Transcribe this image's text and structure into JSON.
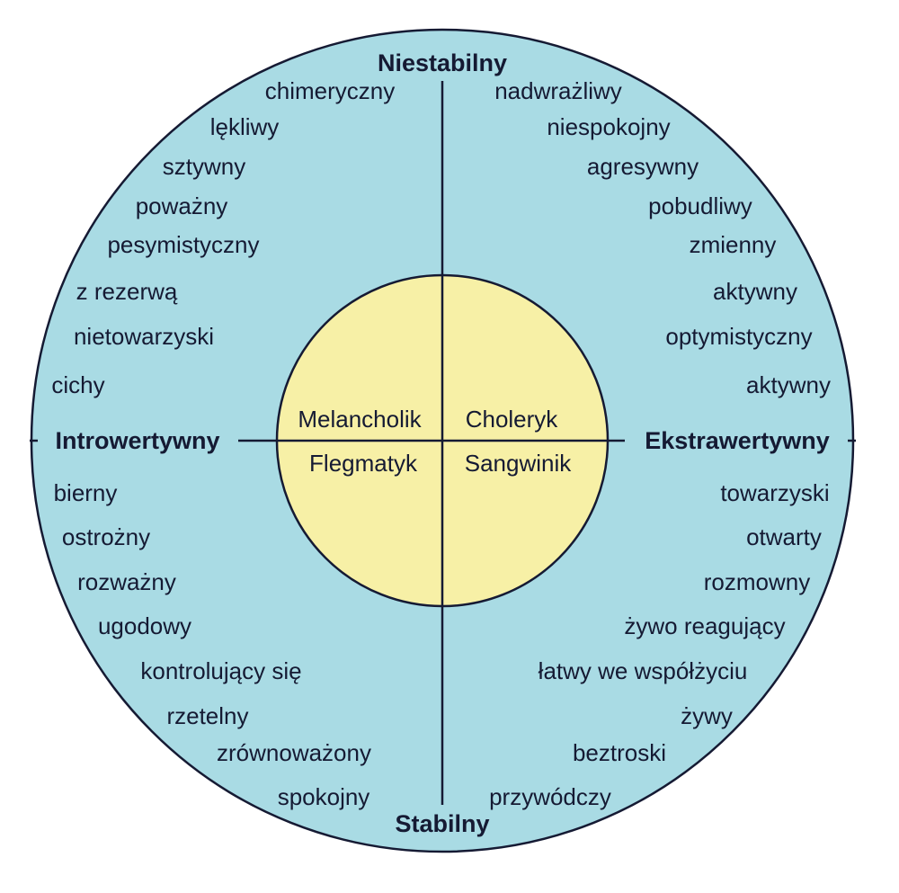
{
  "colors": {
    "outer_fill": "#a9dbe4",
    "inner_fill": "#f7f0a6",
    "stroke": "#151a33",
    "text": "#151a33"
  },
  "axes": {
    "top": "Niestabilny",
    "bottom": "Stabilny",
    "left": "Introwertywny",
    "right": "Ekstrawertywny"
  },
  "temperaments": {
    "top_left": "Melancholik",
    "top_right": "Choleryk",
    "bottom_left": "Flegmatyk",
    "bottom_right": "Sangwinik"
  },
  "traits": {
    "top_left": [
      "chimeryczny",
      "lękliwy",
      "sztywny",
      "poważny",
      "pesymistyczny",
      "z rezerwą",
      "nietowarzyski",
      "cichy"
    ],
    "top_right": [
      "nadwrażliwy",
      "niespokojny",
      "agresywny",
      "pobudliwy",
      "zmienny",
      "aktywny",
      "optymistyczny",
      "aktywny"
    ],
    "bottom_left": [
      "bierny",
      "ostrożny",
      "rozważny",
      "ugodowy",
      "kontrolujący się",
      "rzetelny",
      "zrównoważony",
      "spokojny"
    ],
    "bottom_right": [
      "towarzyski",
      "otwarty",
      "rozmowny",
      "żywo reagujący",
      "łatwy we współżyciu",
      "żywy",
      "beztroski",
      "przywódczy"
    ]
  }
}
